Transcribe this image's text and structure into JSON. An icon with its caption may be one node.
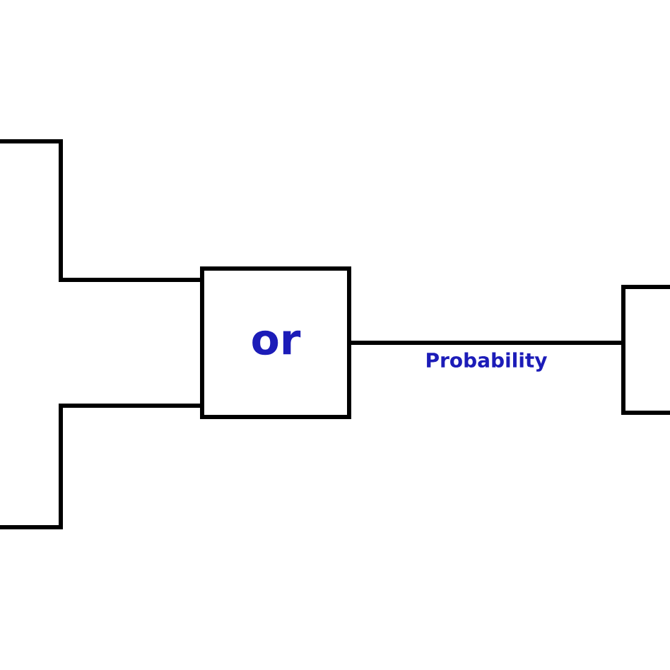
{
  "diagram": {
    "nodes": [
      {
        "text": [
          "or"
        ]
      },
      {
        "text": [],
        "shape": "box"
      }
    ],
    "edges": [
      {
        "from": null,
        "to": 0,
        "arrow": "none"
      },
      {
        "from": null,
        "to": 0,
        "arrow": "none"
      },
      {
        "from": 0,
        "to": 1,
        "arrow": "none",
        "label": "Probability"
      }
    ]
  }
}
